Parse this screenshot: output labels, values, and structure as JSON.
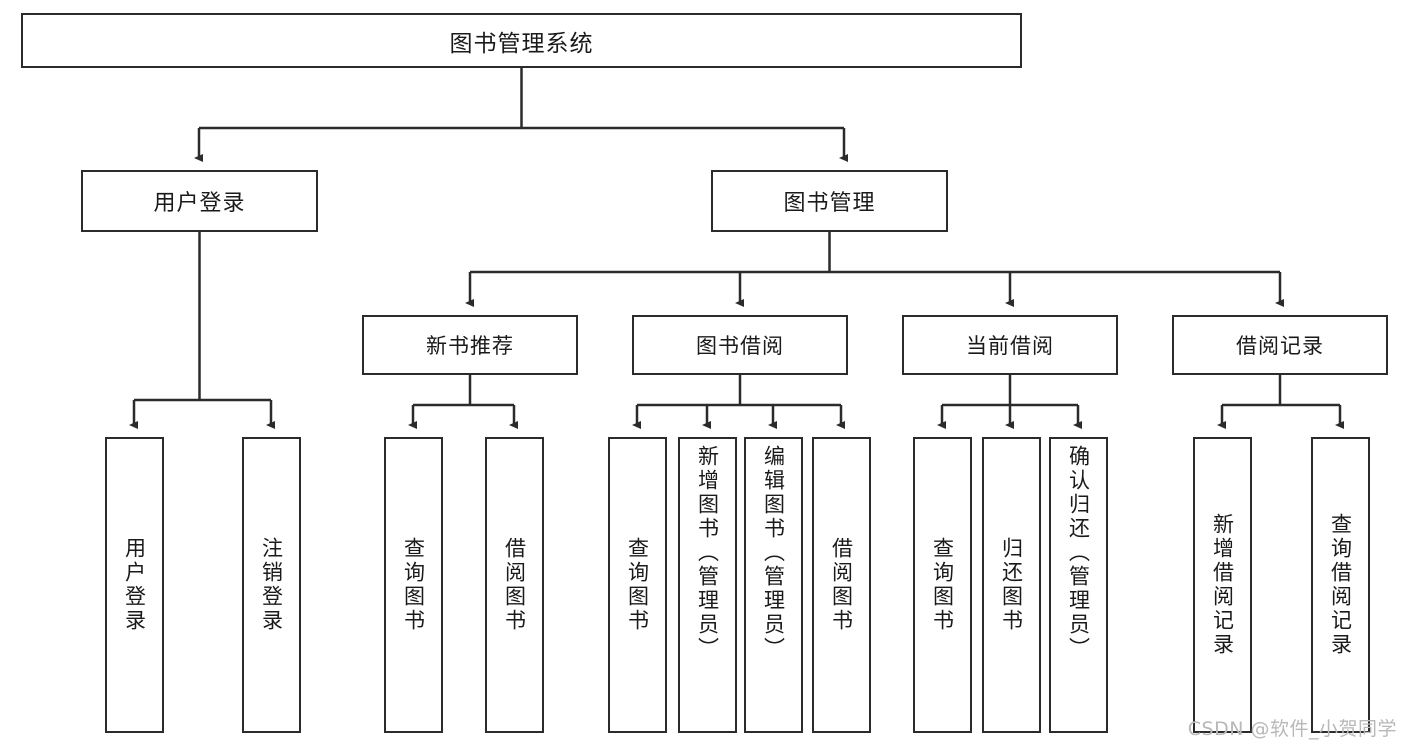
{
  "diagram": {
    "title": "图书管理系统",
    "type": "tree",
    "watermark": "CSDN @软件_小贺同学",
    "colors": {
      "stroke": "#2b2b2b",
      "fill": "#ffffff",
      "text": "#1a1a1a",
      "watermark": "#b8b8b8"
    },
    "nodes": {
      "root": {
        "label": "图书管理系统"
      },
      "level2": [
        {
          "label": "用户登录"
        },
        {
          "label": "图书管理"
        }
      ],
      "level3": [
        {
          "label": "新书推荐"
        },
        {
          "label": "图书借阅"
        },
        {
          "label": "当前借阅"
        },
        {
          "label": "借阅记录"
        }
      ],
      "leaves": {
        "user_login": [
          {
            "label": "用户登录"
          },
          {
            "label": "注销登录"
          }
        ],
        "new_book_recommend": [
          {
            "label": "查询图书"
          },
          {
            "label": "借阅图书"
          }
        ],
        "book_borrow": [
          {
            "label": "查询图书"
          },
          {
            "label": "新增图书（管理员）"
          },
          {
            "label": "编辑图书（管理员）"
          },
          {
            "label": "借阅图书"
          }
        ],
        "current_borrow": [
          {
            "label": "查询图书"
          },
          {
            "label": "归还图书"
          },
          {
            "label": "确认归还（管理员）"
          }
        ],
        "borrow_record": [
          {
            "label": "新增借阅记录"
          },
          {
            "label": "查询借阅记录"
          }
        ]
      }
    }
  }
}
